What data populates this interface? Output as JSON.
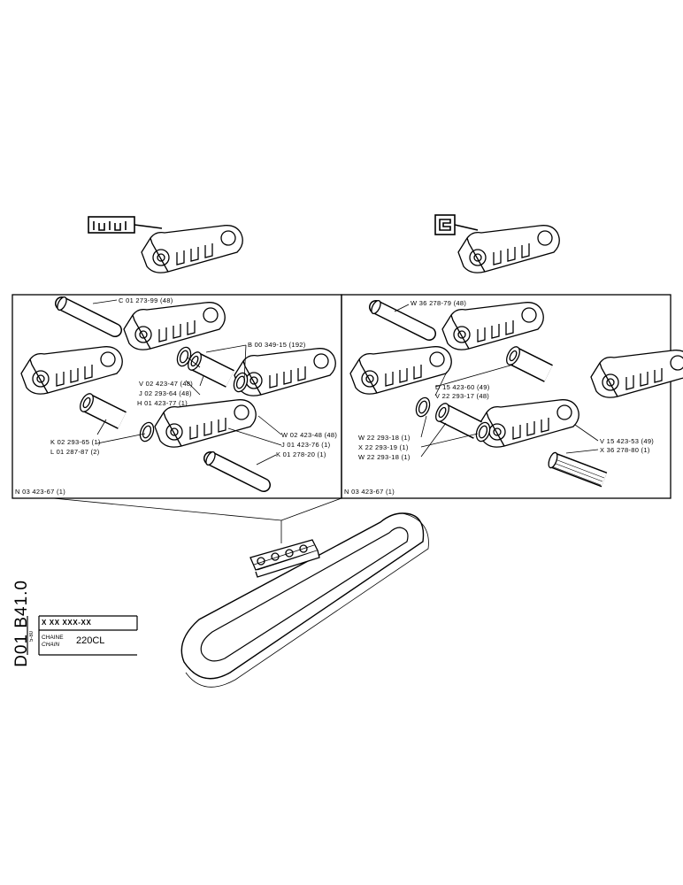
{
  "side_code": "D01 B41.0",
  "side_note": "5-80",
  "title_block": {
    "ref": "X XX XXX-XX",
    "name_fr": "CHAINE",
    "name_en": "CHAIN",
    "model": "220CL"
  },
  "left_frame": {
    "tag": "N 03 423-67 (1)",
    "callouts": [
      "C 01 273-99 (48)",
      "B 00 349-15 (192)",
      "V 02 423-47 (48)",
      "J 02 293-64 (48)",
      "H 01 423-77 (1)",
      "K 02 293-65 (1)",
      "L 01 287-87 (2)",
      "W 02 423-48 (48)",
      "J 01 423-76 (1)",
      "K 01 278-20 (1)"
    ]
  },
  "right_frame": {
    "tag": "N 03 423-67 (1)",
    "callouts": [
      "W 36 278-79 (48)",
      "D 15 423-60 (49)",
      "V 22 293-17 (48)",
      "W 22 293-18 (1)",
      "X 22 293-19 (1)",
      "W 22 293-18 (1)",
      "V 15 423-53 (49)",
      "X 36 278-80 (1)"
    ]
  }
}
